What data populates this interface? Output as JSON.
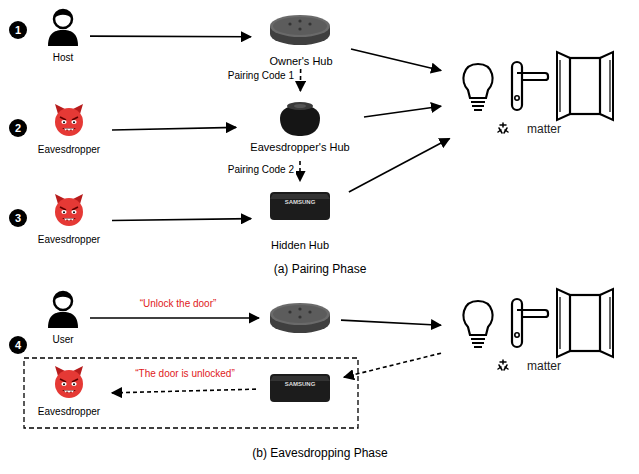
{
  "diagram": {
    "nodes": [
      {
        "text": [
          "Host"
        ]
      },
      {
        "text": [
          "Owner's Hub"
        ]
      },
      {
        "text": [
          "Eavesdropper"
        ]
      },
      {
        "text": [
          "Eavesdropper's Hub"
        ]
      },
      {
        "text": [
          "Eavesdropper"
        ]
      },
      {
        "text": [
          "SAMSUNG",
          "Hidden Hub"
        ]
      },
      {
        "text": [
          "matter"
        ]
      },
      {
        "text": [
          "User"
        ]
      },
      {
        "text": []
      },
      {
        "text": [
          "matter"
        ]
      },
      {
        "text": [
          "Eavesdropper"
        ]
      },
      {
        "text": [
          "SAMSUNG"
        ]
      }
    ],
    "edges": [
      {
        "from": 0,
        "to": 1,
        "arrow": "to"
      },
      {
        "from": 1,
        "to": 3,
        "label": "Pairing Code 1",
        "arrow": "to"
      },
      {
        "from": 2,
        "to": 3,
        "arrow": "to"
      },
      {
        "from": 3,
        "to": 5,
        "label": "Pairing Code 2",
        "arrow": "to"
      },
      {
        "from": 4,
        "to": 5,
        "arrow": "to"
      },
      {
        "from": 1,
        "to": 6,
        "arrow": "to"
      },
      {
        "from": 3,
        "to": 6,
        "arrow": "to"
      },
      {
        "from": 5,
        "to": 6,
        "arrow": "to"
      },
      {
        "from": 7,
        "to": 8,
        "label": "“Unlock the door”",
        "arrow": "to"
      },
      {
        "from": 8,
        "to": 9,
        "arrow": "to"
      },
      {
        "from": 9,
        "to": 11,
        "arrow": "to"
      },
      {
        "from": 11,
        "to": 10,
        "label": "“The door is unlocked”",
        "arrow": "to"
      }
    ],
    "labels": [
      "1",
      "2",
      "3",
      "4",
      "(a) Pairing Phase",
      "(b) Eavesdropping Phase"
    ]
  }
}
